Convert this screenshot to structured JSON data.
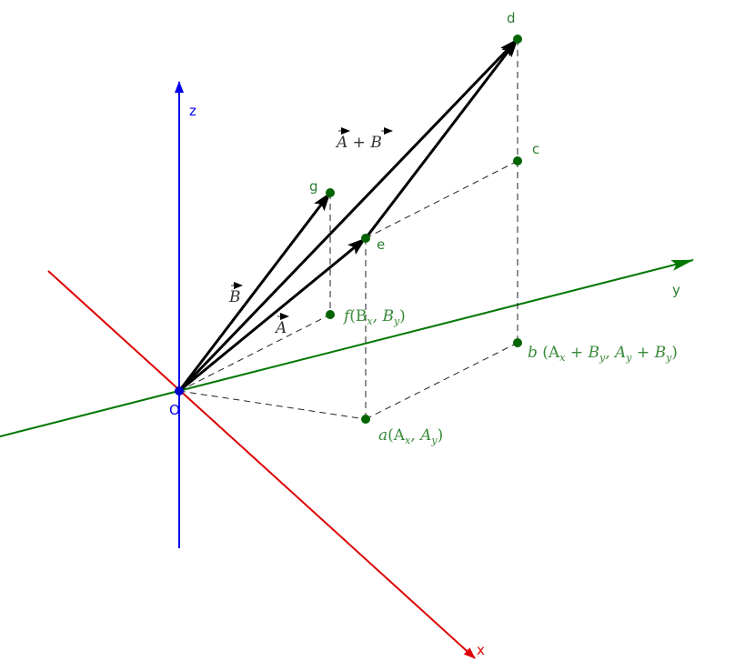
{
  "colors": {
    "x_axis": "#dd0000",
    "y_axis": "#007700",
    "z_axis": "#0000ee",
    "points": "#006400",
    "vectors": "#000000"
  },
  "axes": {
    "x": "x",
    "y": "y",
    "z": "z",
    "origin": "O"
  },
  "points": {
    "d": "d",
    "c": "c",
    "g": "g",
    "e": "e"
  },
  "labels": {
    "f": [
      "f",
      "(B",
      "x",
      ", B",
      "y",
      ")"
    ],
    "a": [
      "a",
      "(A",
      "x",
      ", A",
      "y",
      ")"
    ],
    "b": [
      "b",
      " (A",
      "x",
      " + B",
      "y",
      ", A",
      "y",
      " + B",
      "y",
      ")"
    ]
  },
  "vectors": {
    "A": "A",
    "B": "B",
    "sum_a": "A",
    "plus": " + ",
    "sum_b": "B"
  }
}
